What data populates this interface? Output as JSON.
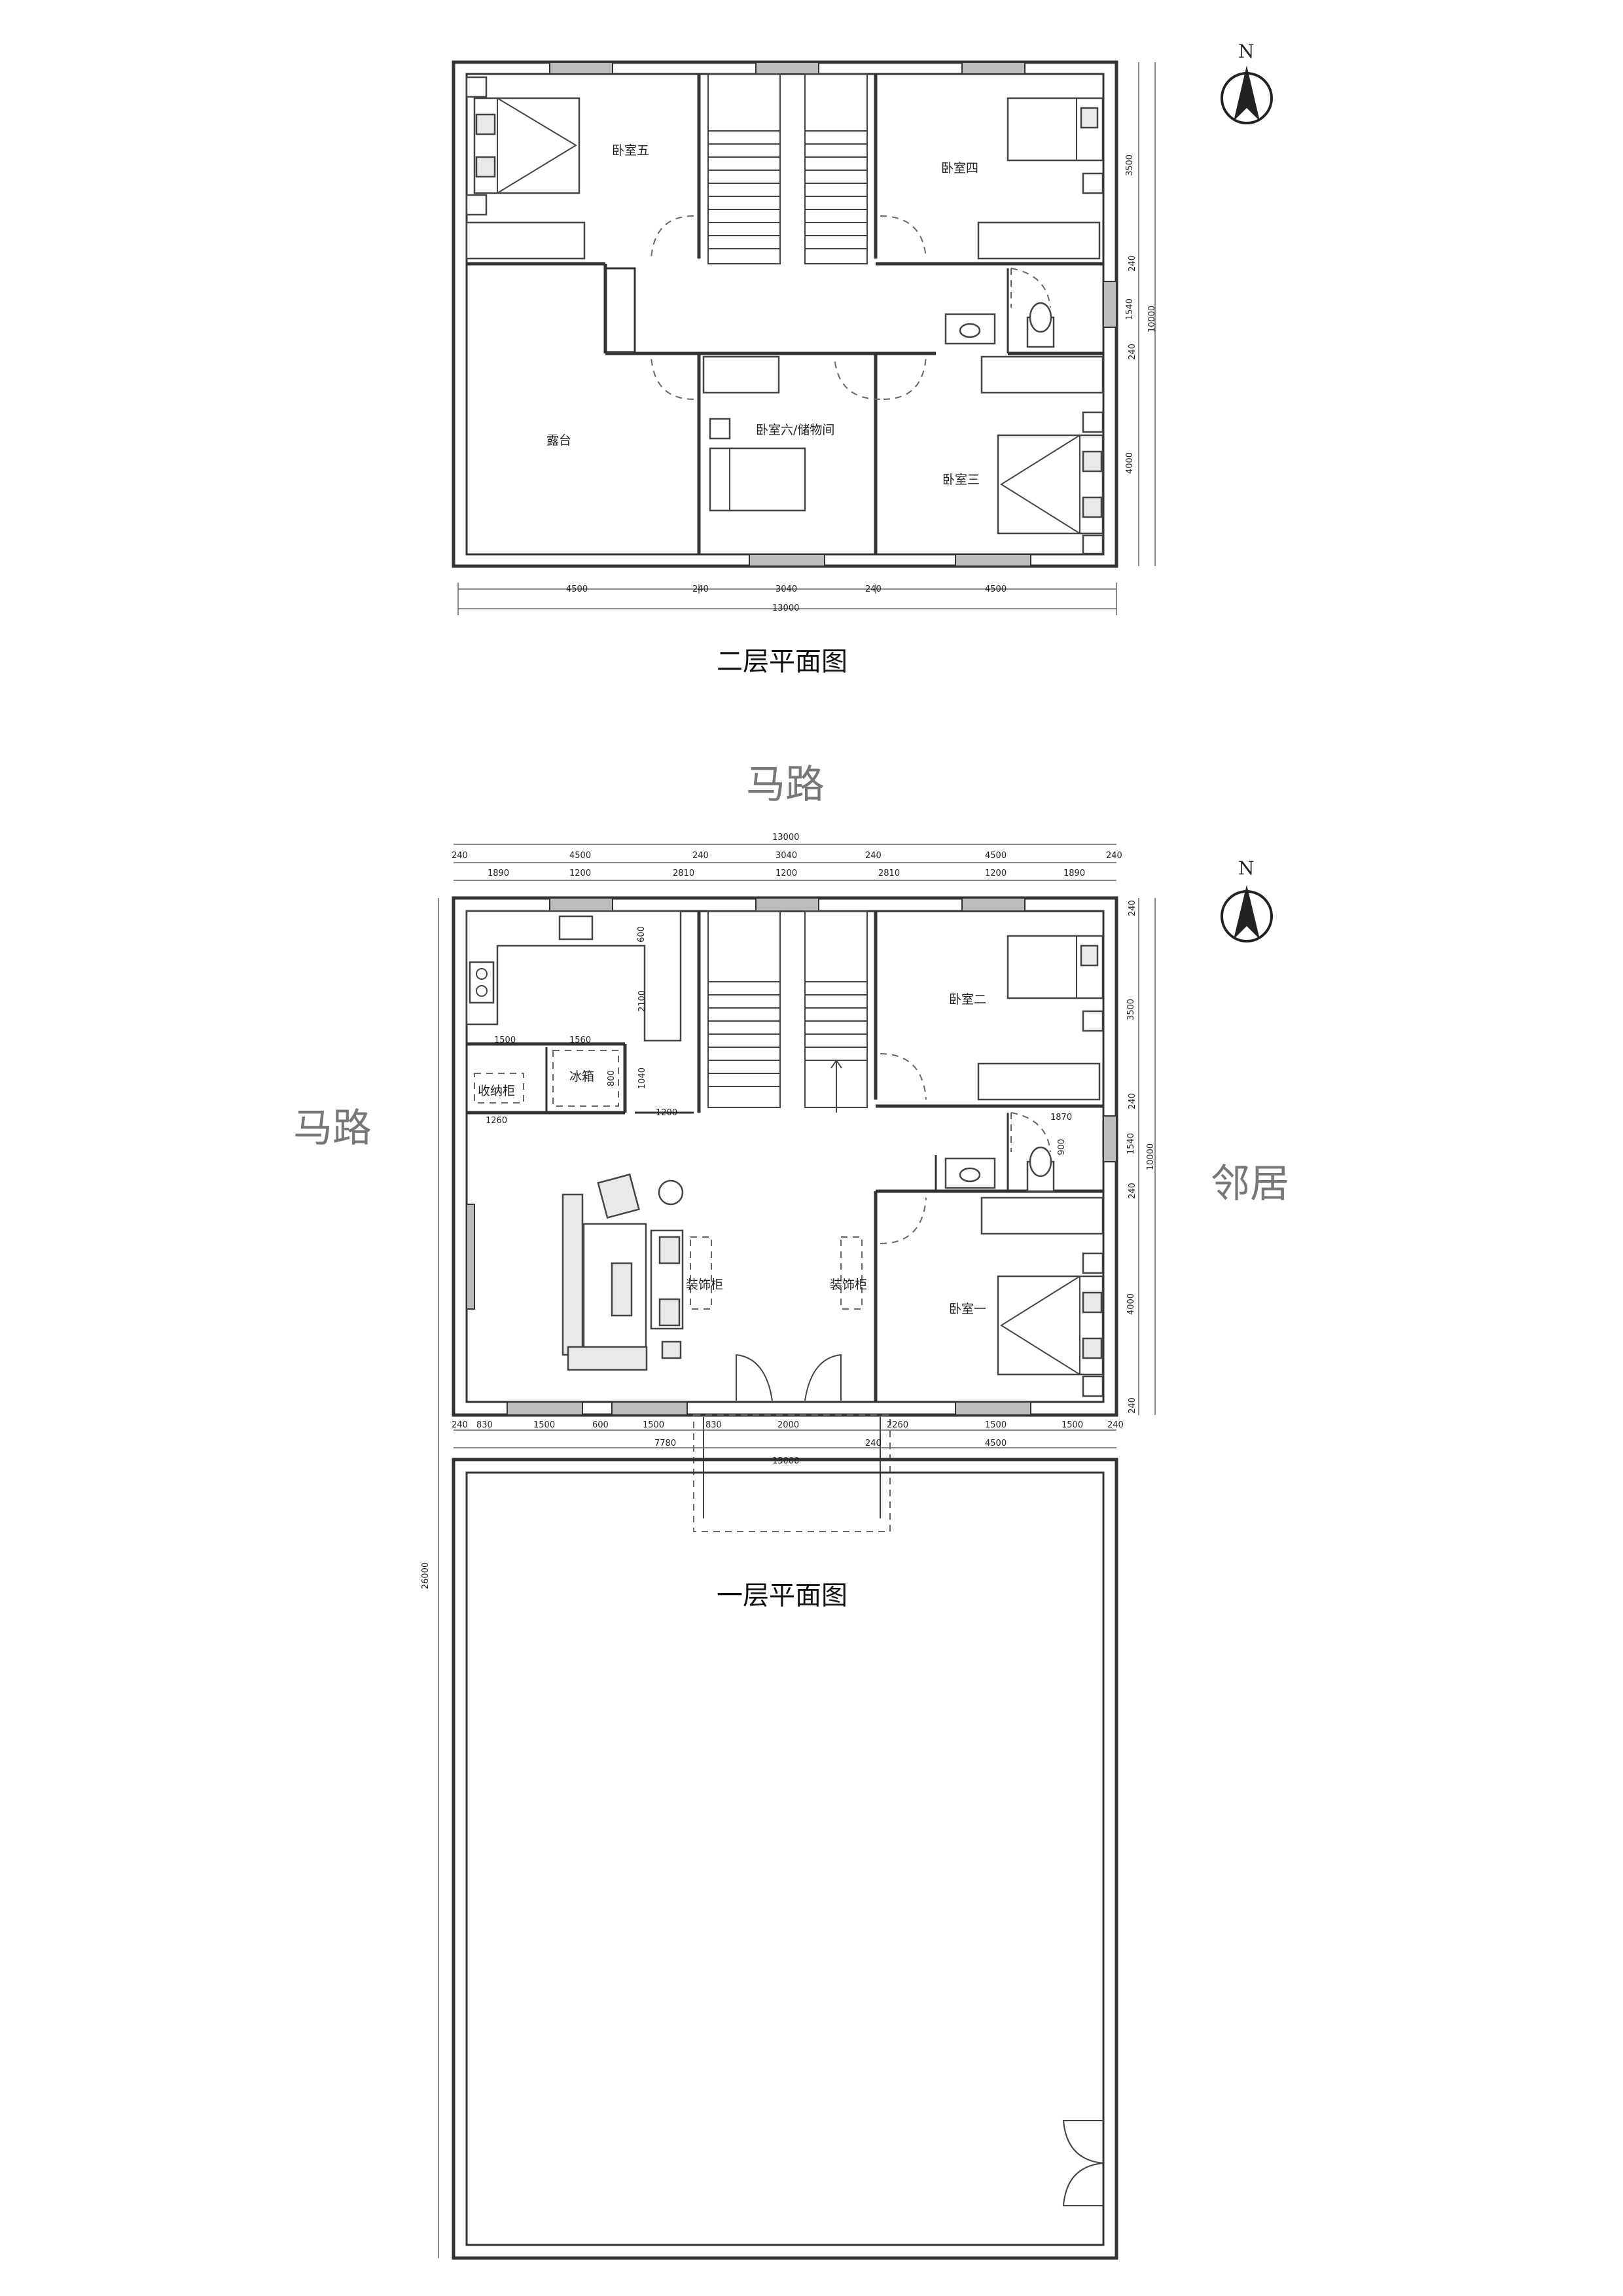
{
  "floor2": {
    "title": "二层平面图",
    "rooms": {
      "bedroom5": "卧室五",
      "bedroom4": "卧室四",
      "terrace": "露台",
      "bedroom6": "卧室六/储物间",
      "bedroom3": "卧室三"
    },
    "dims_bottom": [
      "4500",
      "240",
      "3040",
      "240",
      "4500"
    ],
    "dim_total": "13000",
    "dims_right": [
      "3500",
      "240",
      "1540",
      "240",
      "4000"
    ],
    "dim_right_total": "10000"
  },
  "floor1": {
    "title": "一层平面图",
    "rooms": {
      "bedroom2": "卧室二",
      "bedroom1": "卧室一",
      "storage": "收纳柜",
      "fridge": "冰箱",
      "decor_left": "装饰柜",
      "decor_right": "装饰柜"
    },
    "dims_top_total": "13000",
    "dims_top1": [
      "240",
      "4500",
      "240",
      "3040",
      "240",
      "4500",
      "240"
    ],
    "dims_top2": [
      "1890",
      "1200",
      "2810",
      "1200",
      "2810",
      "1200",
      "1890"
    ],
    "dims_inner": [
      "600",
      "2100",
      "1500",
      "1560",
      "800",
      "1040",
      "1260",
      "1200",
      "1870",
      "900"
    ],
    "dims_bottom1": [
      "240",
      "830",
      "1500",
      "600",
      "1500",
      "830",
      "2000",
      "2260",
      "1500",
      "1500",
      "240"
    ],
    "dims_bottom2": [
      "7780",
      "240",
      "4500"
    ],
    "dim_bottom_total": "13000",
    "dims_right": [
      "240",
      "3500",
      "240",
      "1540",
      "10000",
      "240",
      "4000",
      "240"
    ],
    "yard_depth": "26000"
  },
  "surroundings": {
    "road_top": "马路",
    "road_left": "马路",
    "neighbor": "邻居"
  },
  "north_label": "N"
}
